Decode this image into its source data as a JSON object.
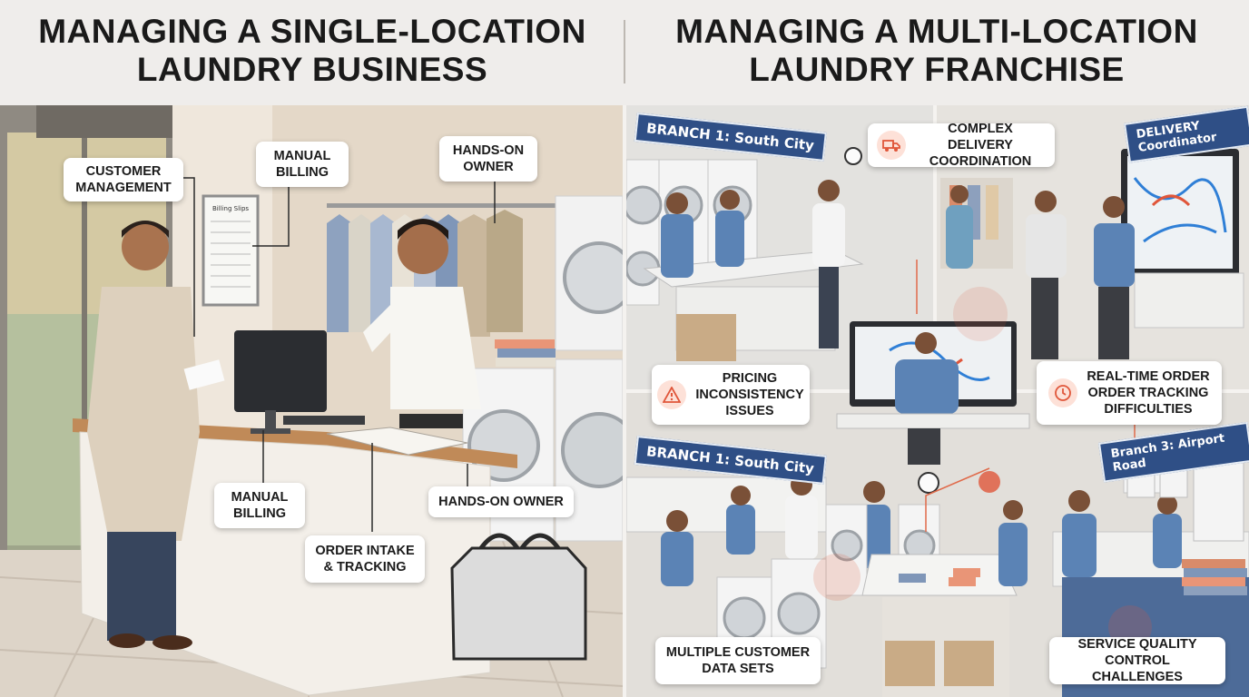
{
  "titles": {
    "left": "MANAGING A SINGLE-LOCATION\nLAUNDRY BUSINESS",
    "right": "MANAGING A MULTI-LOCATION\nLAUNDRY FRANCHISE"
  },
  "left_panel": {
    "labels": {
      "customer_management": "CUSTOMER\nMANAGEMENT",
      "manual_billing_top": "MANUAL\nBILLING",
      "hands_on_owner_top": "HANDS-ON\nOWNER",
      "manual_billing_bottom": "MANUAL\nBILLING",
      "hands_on_owner_bottom": "HANDS-ON OWNER",
      "order_intake": "ORDER INTAKE\n& TRACKING"
    },
    "billing_slips_sign": "Billing Slips"
  },
  "right_panel": {
    "branch_signs": {
      "top_left": "BRANCH 1: South City",
      "top_right": "DELIVERY Coordinator",
      "bottom_left": "BRANCH 1: South City",
      "bottom_right": "Branch 3: Airport Road"
    },
    "labels": {
      "complex_delivery": "COMPLEX DELIVERY\nCOORDINATION",
      "pricing": "PRICING\nINCONSISTENCY\nISSUES",
      "real_time": "REAL-TIME ORDER\nORDER TRACKING\nDIFFICULTIES",
      "multiple_customer": "MULTIPLE CUSTOMER\nDATA SETS",
      "service_quality": "SERVICE QUALITY\nCONTROL CHALLENGES"
    },
    "icons": {
      "complex_delivery": "delivery-truck-icon",
      "pricing": "warning-triangle-icon",
      "real_time": "clock-icon"
    }
  },
  "colors": {
    "icon_accent": "#e0563a",
    "branch_sign": "#2f4f86",
    "uniform_blue": "#5b83b5"
  }
}
